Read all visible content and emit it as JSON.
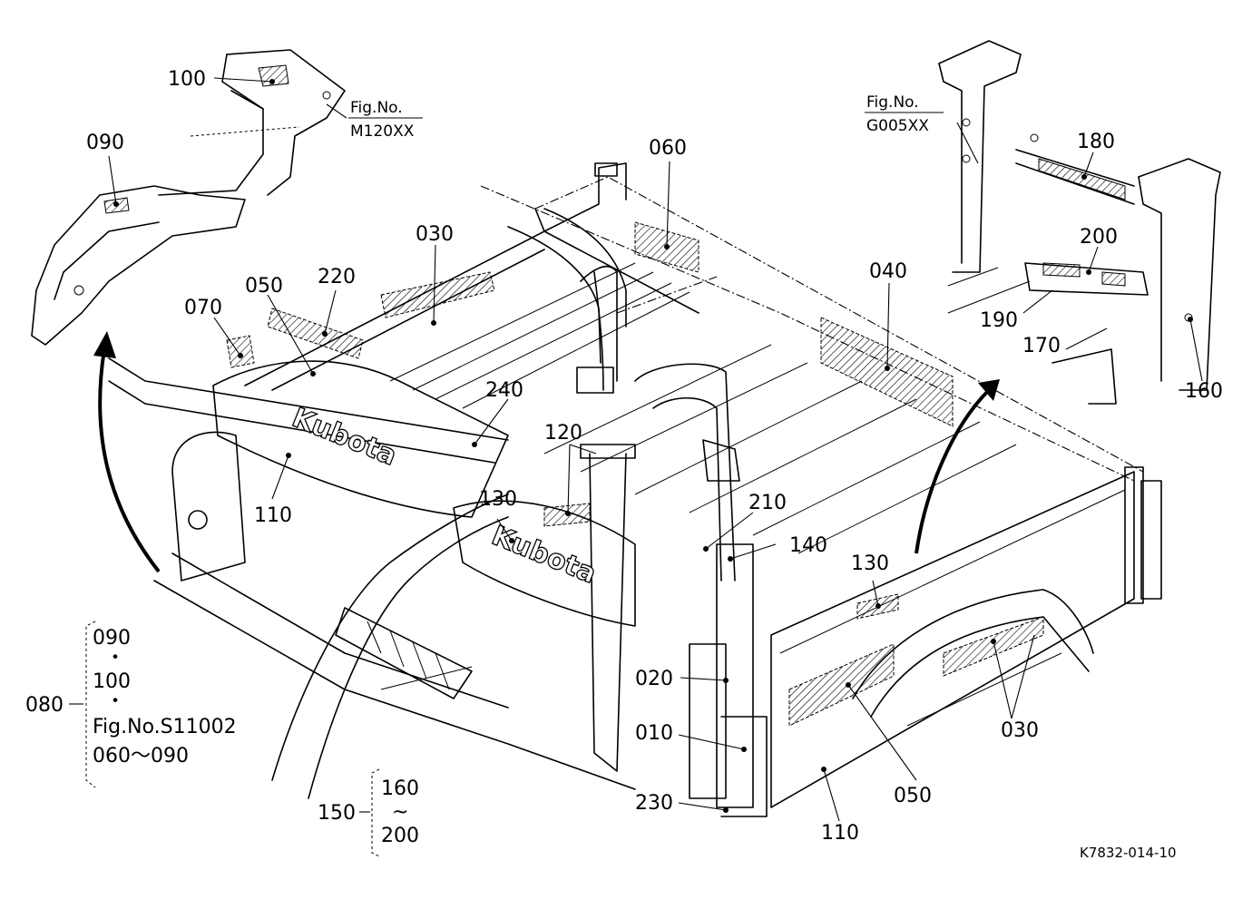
{
  "diagram": {
    "drawing_code": "K7832-014-10",
    "brand_mark": "Kubota",
    "refs": {
      "fig_m120": {
        "line1": "Fig.No.",
        "line2": "M120XX"
      },
      "fig_g005": {
        "line1": "Fig.No.",
        "line2": "G005XX"
      }
    },
    "callouts": {
      "p100": "100",
      "p090": "090",
      "p060": "060",
      "p030_top": "030",
      "p220": "220",
      "p050_top": "050",
      "p070": "070",
      "p040": "040",
      "p180": "180",
      "p200": "200",
      "p190": "190",
      "p170": "170",
      "p160": "160",
      "p240": "240",
      "p120": "120",
      "p110_left": "110",
      "p130_left": "130",
      "p210": "210",
      "p140": "140",
      "p130_right": "130",
      "p020": "020",
      "p010": "010",
      "p230": "230",
      "p030_right": "030",
      "p050_right": "050",
      "p110_right": "110"
    },
    "assembly_080": {
      "number": "080",
      "items": [
        "090",
        "・",
        "100",
        "・",
        "Fig.No.S11002",
        "060～090"
      ]
    },
    "assembly_150": {
      "number": "150",
      "range_from": "160",
      "range_sep": "~",
      "range_to": "200"
    }
  }
}
